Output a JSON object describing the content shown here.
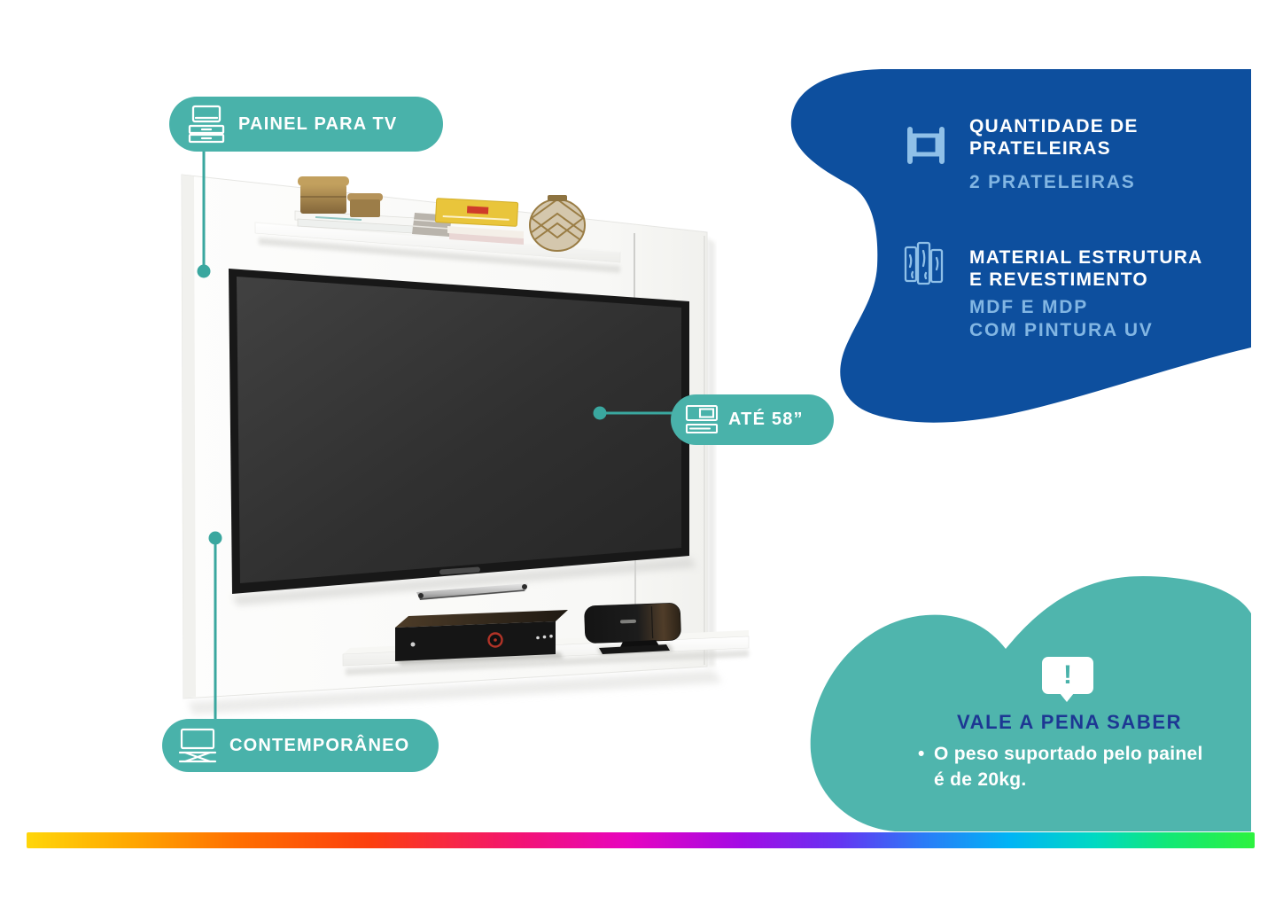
{
  "colors": {
    "teal_pill": "#49b2aa",
    "teal_blob": "#4fb5ad",
    "teal_connector": "#3aa79f",
    "blue_blob": "#0d4f9e",
    "light_blue_text": "#82b6e3",
    "navy_title": "#1d3793",
    "rainbow_start": "#ffd60a",
    "rainbow_end": "#2df23f"
  },
  "callouts": {
    "panel": {
      "icon": "tv-panel-icon",
      "label": "PAINEL PARA TV"
    },
    "tv_size": {
      "icon": "tv-size-icon",
      "label": "ATÉ 58”"
    },
    "style": {
      "icon": "tv-style-icon",
      "label": "CONTEMPORÂNEO"
    }
  },
  "info_panel": {
    "items": [
      {
        "icon": "shelf-frame-icon",
        "title_line1": "QUANTIDADE DE",
        "title_line2": "PRATELEIRAS",
        "value_line1": "2 PRATELEIRAS",
        "value_line2": ""
      },
      {
        "icon": "wood-material-icon",
        "title_line1": "MATERIAL ESTRUTURA",
        "title_line2": "E REVESTIMENTO",
        "value_line1": "MDF E MDP",
        "value_line2": "COM PINTURA UV"
      }
    ]
  },
  "tip_panel": {
    "icon": "exclamation-bubble-icon",
    "exclamation": "!",
    "title": "VALE A PENA SABER",
    "bullet": "•",
    "line1": "O peso suportado pelo painel",
    "line2": "é de 20kg."
  },
  "product_scene": {
    "items": [
      "wall-panel",
      "top-shelf",
      "bottom-shelf",
      "tv",
      "tv-stand-bar",
      "media-receiver",
      "speaker-on-stand",
      "gold-canisters",
      "white-books",
      "magazine-stack",
      "yellow-book",
      "gold-wire-vase"
    ]
  }
}
